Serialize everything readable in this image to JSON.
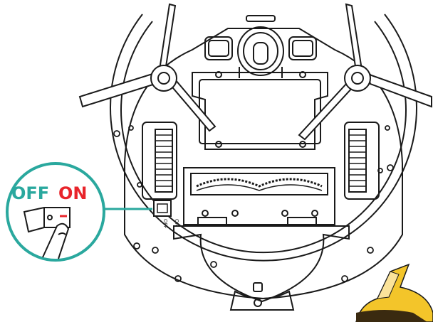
{
  "callout": {
    "off_label": "OFF",
    "on_label": "ON"
  },
  "device_switch": {
    "on_label": "ON",
    "off_label": "OFF"
  },
  "colors": {
    "line": "#1a1a1a",
    "callout_ring": "#2aa89e",
    "on_indicator": "#e8242b",
    "mascot_yellow": "#f3c52a"
  },
  "icons": [
    "robot-vacuum-underside",
    "power-switch-icon",
    "finger-icon",
    "mascot-icon"
  ]
}
